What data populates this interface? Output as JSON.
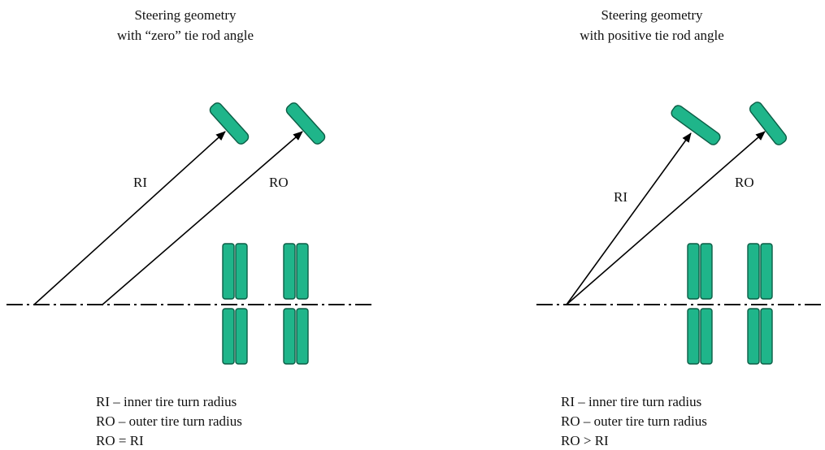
{
  "colors": {
    "tire_fill": "#1fb58a",
    "tire_stroke": "#0b5d45",
    "line": "#000000"
  },
  "panels": [
    {
      "title_lines": [
        "Steering geometry",
        "with “zero” tie rod angle"
      ],
      "inner_label": "RI",
      "outer_label": "RO",
      "legend_lines": [
        "RI – inner tire turn radius",
        "RO – outer tire turn radius",
        "RO = RI"
      ]
    },
    {
      "title_lines": [
        "Steering geometry",
        "with positive tie rod angle"
      ],
      "inner_label": "RI",
      "outer_label": "RO",
      "legend_lines": [
        "RI – inner tire turn radius",
        "RO – outer tire turn radius",
        "RO > RI"
      ]
    }
  ]
}
